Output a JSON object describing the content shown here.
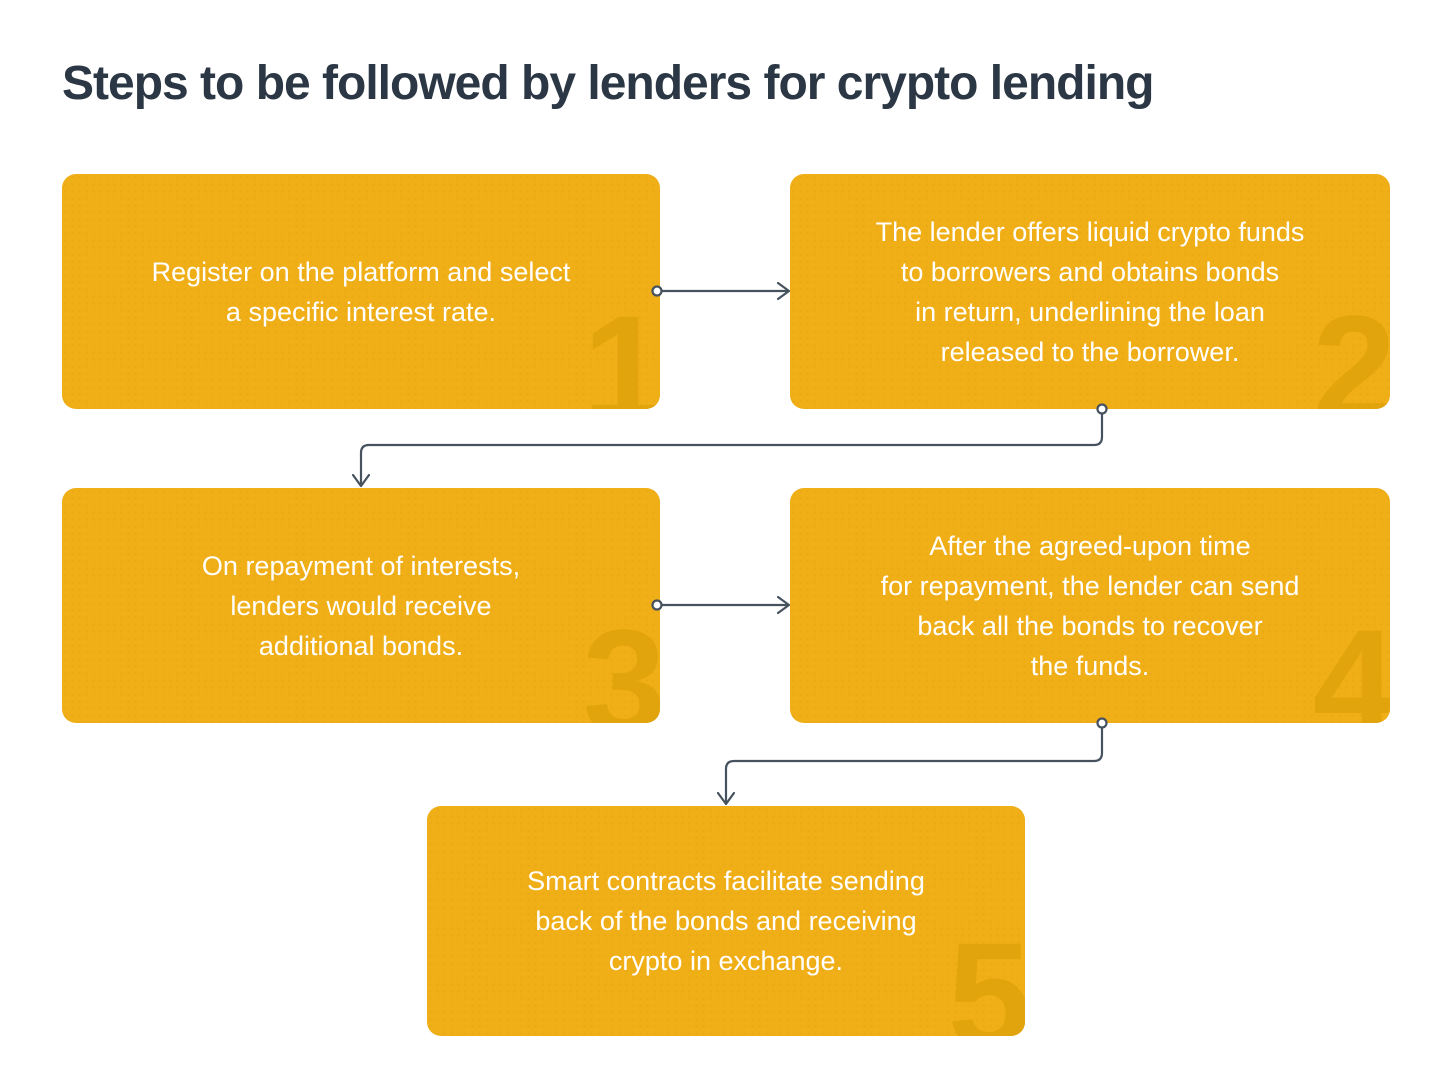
{
  "title": "Steps to be followed by lenders for crypto lending",
  "colors": {
    "background": "#ffffff",
    "title": "#2b3744",
    "box": "#f0ae17",
    "number": "#e2a40c",
    "box_text": "#ffffff",
    "connector": "#46525e"
  },
  "steps": [
    {
      "number": "1",
      "text": "Register on the platform and select\na specific interest rate."
    },
    {
      "number": "2",
      "text": "The lender offers liquid crypto funds\nto borrowers and obtains bonds\nin return, underlining the loan\nreleased to the borrower."
    },
    {
      "number": "3",
      "text": "On repayment of interests,\nlenders would receive\nadditional bonds."
    },
    {
      "number": "4",
      "text": "After the agreed-upon time\nfor repayment, the lender can send\nback all the bonds to recover\nthe funds."
    },
    {
      "number": "5",
      "text": "Smart contracts facilitate sending\nback of the bonds and receiving\ncrypto in exchange."
    }
  ]
}
